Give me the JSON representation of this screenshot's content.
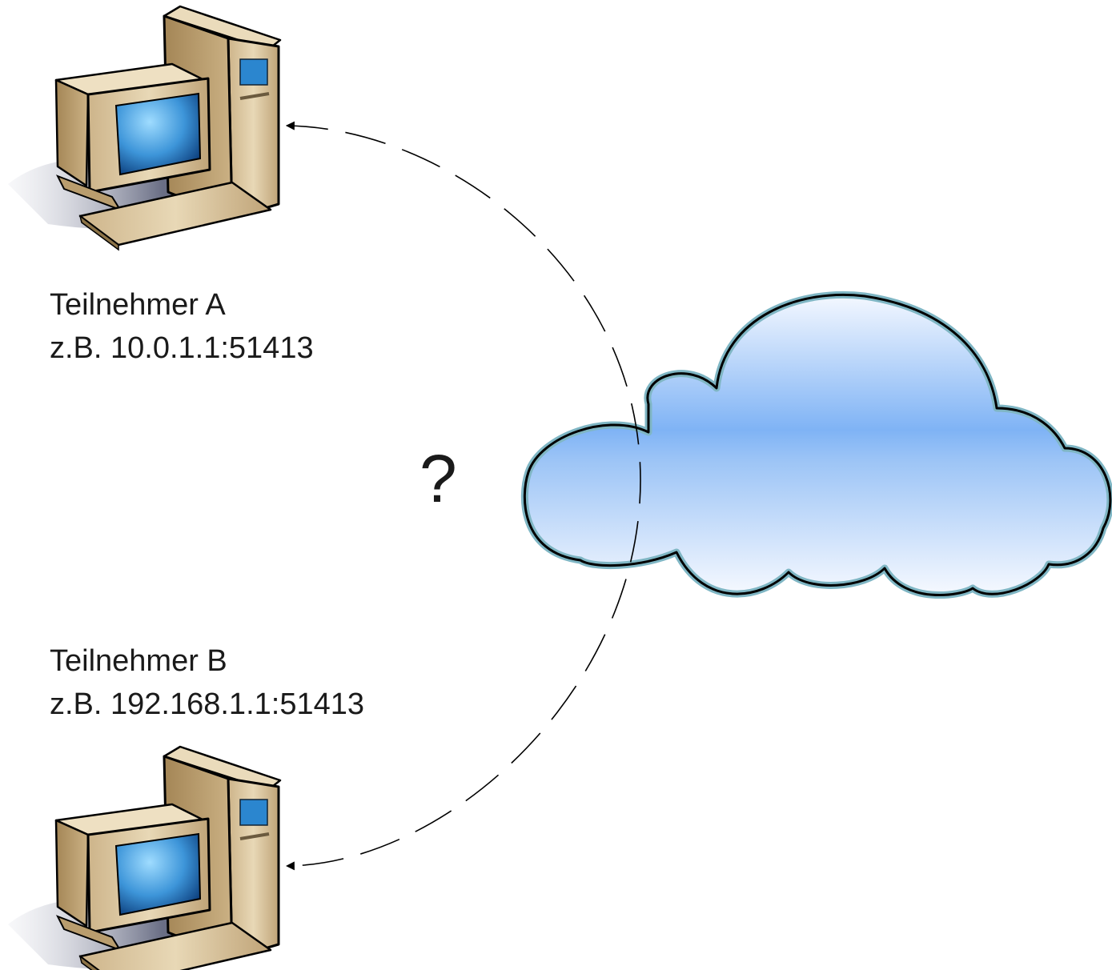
{
  "peers": [
    {
      "name": "Teilnehmer A",
      "address": "z.B. 10.0.1.1:51413",
      "icon": "desktop-computer-icon"
    },
    {
      "name": "Teilnehmer B",
      "address": "z.B. 192.168.1.1:51413",
      "icon": "desktop-computer-icon"
    }
  ],
  "center_label": "?",
  "cloud": {
    "icon": "cloud-icon"
  },
  "connection": {
    "style": "dashed",
    "arrowheads": "both-ends",
    "color": "#000000"
  },
  "colors": {
    "computer_body": "#d9c39a",
    "computer_shadow": "#5a5f78",
    "screen": "#2b86cf",
    "cloud_fill": "#a9cff8",
    "cloud_outline": "#7fb6c4"
  }
}
